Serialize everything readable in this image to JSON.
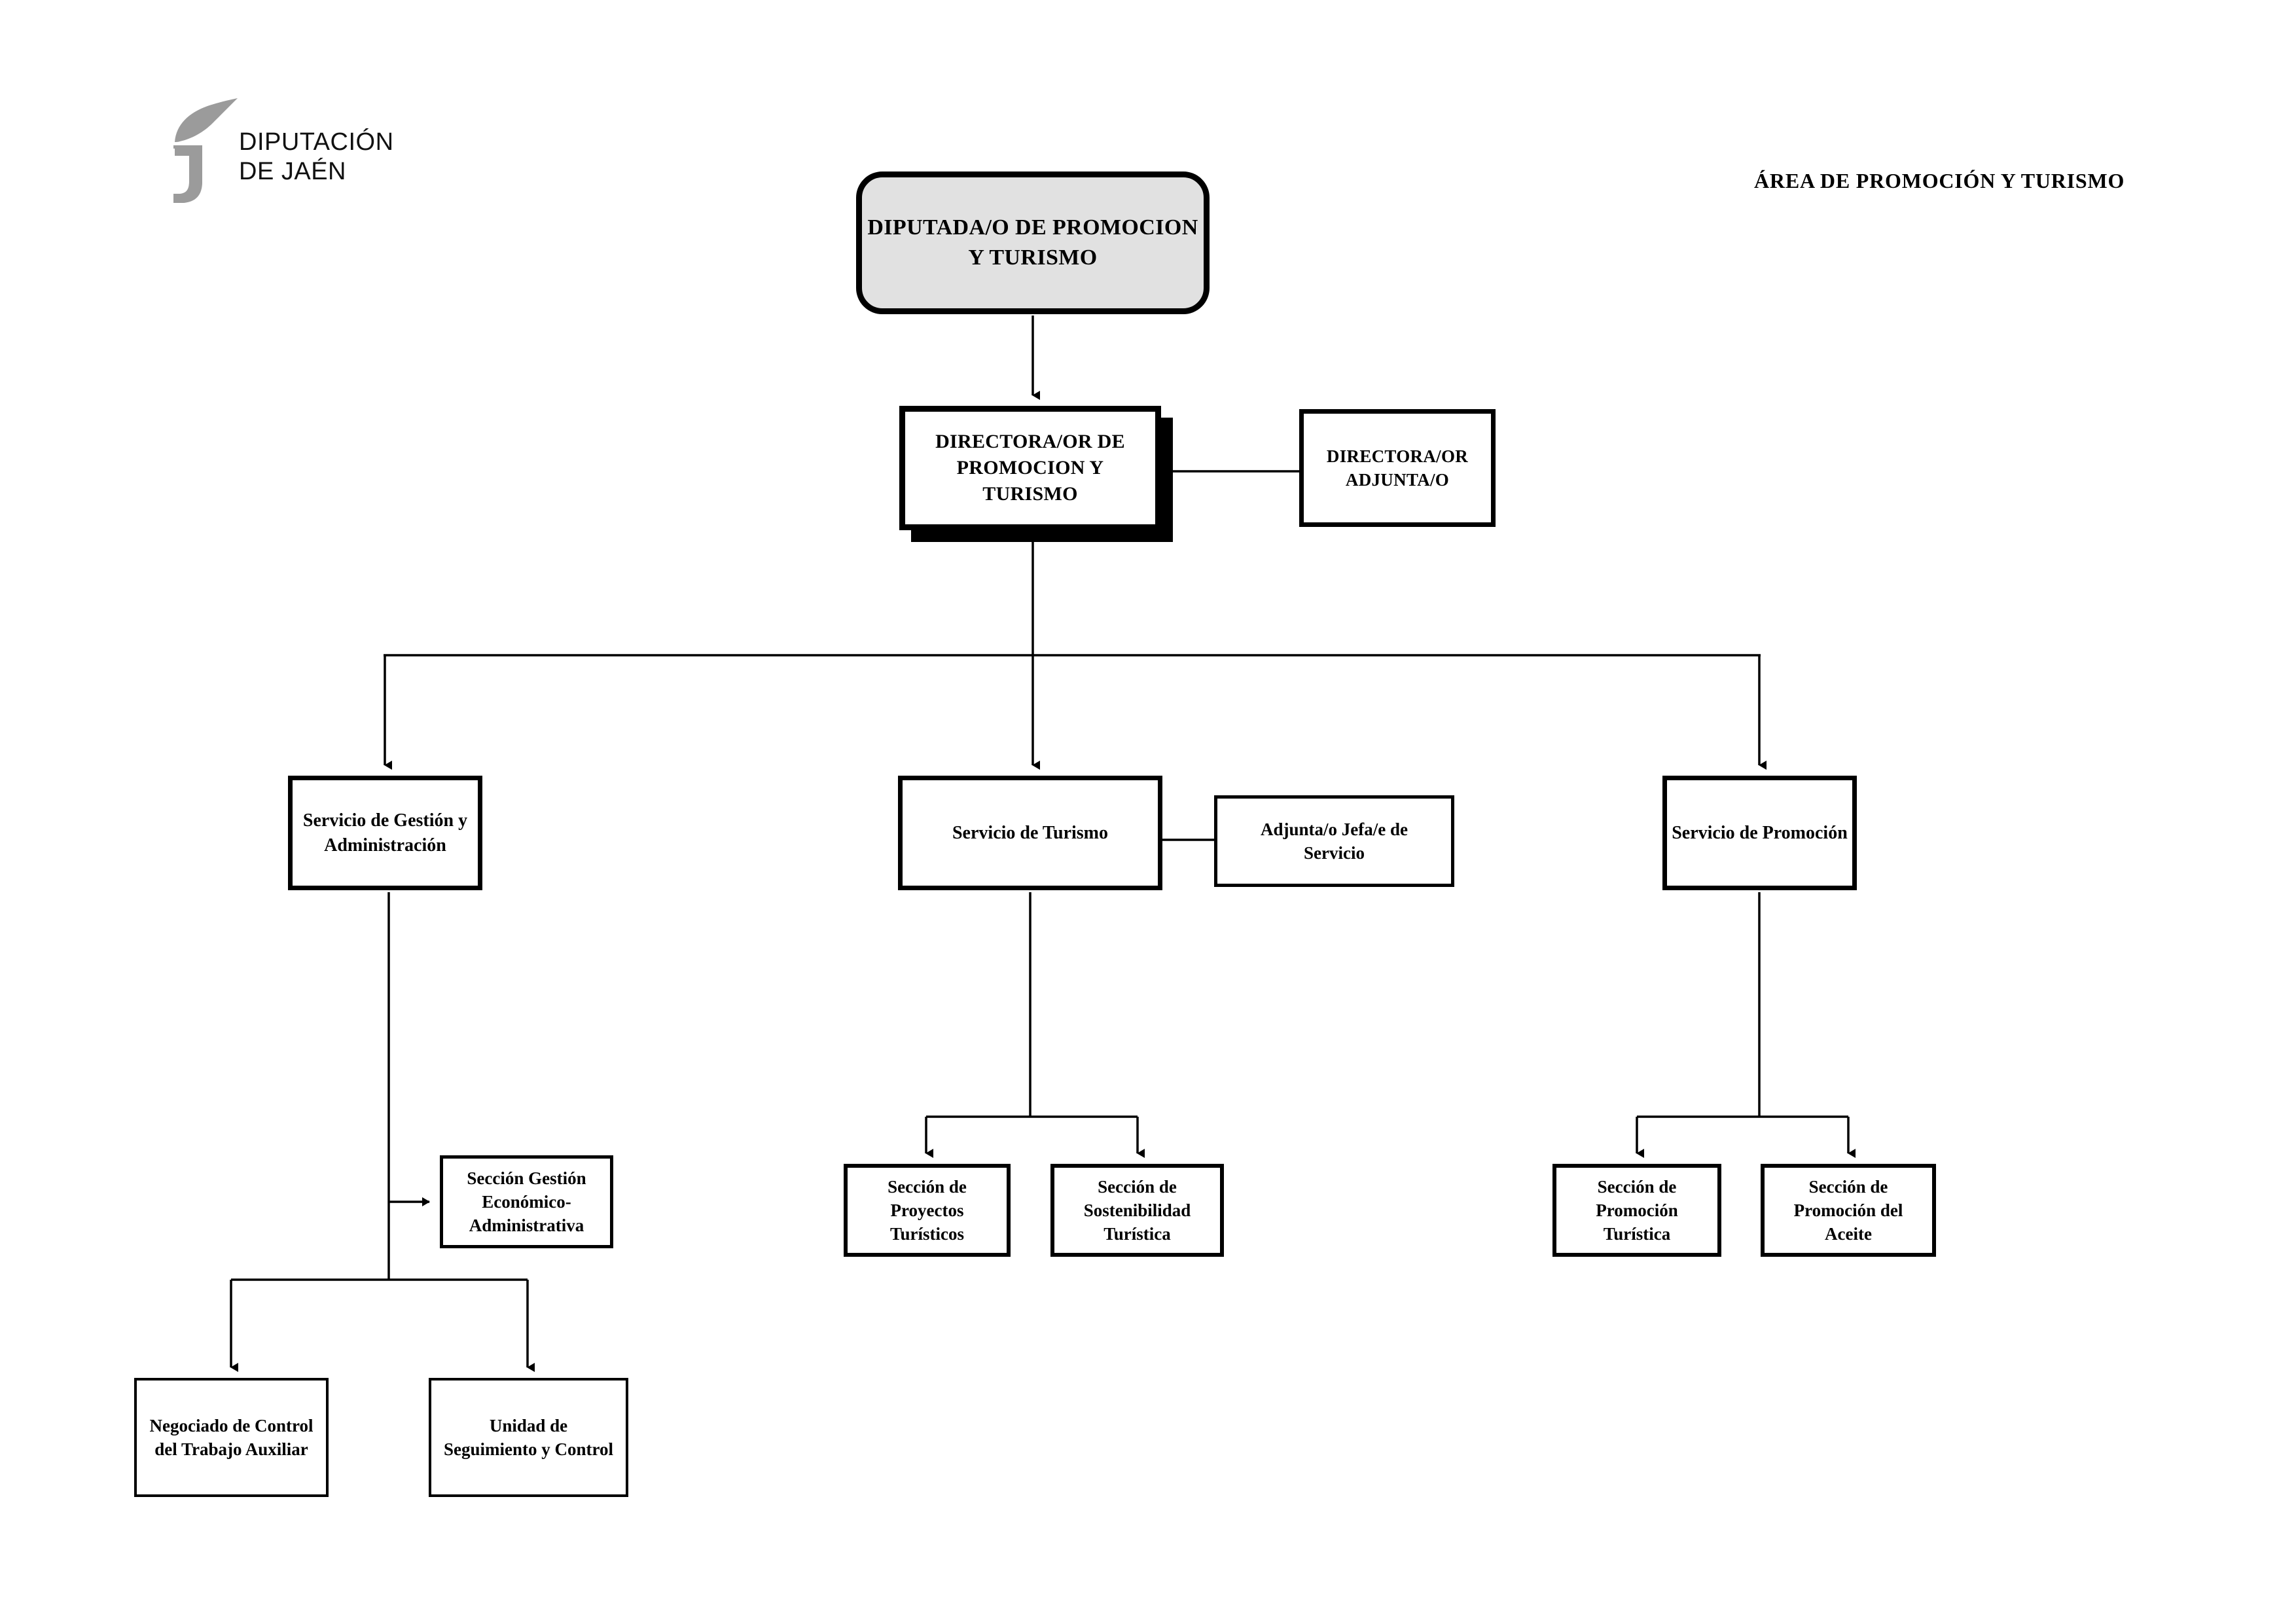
{
  "document": {
    "title": "ÁREA DE  PROMOCIÓN Y TURISMO"
  },
  "logo": {
    "name": "diputacion-de-jaen-logo",
    "text": "DIPUTACIÓN\nDE JAÉN",
    "mark_color": "#9b9b9b",
    "text_color": "#111111"
  },
  "colors": {
    "line": "#000000",
    "box_border": "#000000",
    "box_fill": "#ffffff",
    "root_fill": "#e1e1e1",
    "page_background": "#ffffff"
  },
  "chart_data": {
    "type": "organization-chart",
    "title": "ÁREA DE  PROMOCIÓN Y TURISMO",
    "nodes": [
      {
        "id": "diputada",
        "label": "DIPUTADA/O DE  PROMOCION\nY TURISMO",
        "level": 0,
        "shape": "rounded-rect",
        "fill": "#e1e1e1",
        "parent": null
      },
      {
        "id": "director",
        "label": "DIRECTORA/OR DE\nPROMOCION Y\nTURISMO",
        "level": 1,
        "shape": "rect-shadow",
        "fill": "#ffffff",
        "parent": "diputada"
      },
      {
        "id": "director-adjunta",
        "label": "DIRECTORA/OR\nADJUNTA/O",
        "level": 1,
        "shape": "rect",
        "fill": "#ffffff",
        "parent": "director",
        "relation": "staff"
      },
      {
        "id": "servicio-gestion",
        "label": "Servicio de Gestión y\nAdministración",
        "level": 2,
        "shape": "rect",
        "fill": "#ffffff",
        "parent": "director"
      },
      {
        "id": "servicio-turismo",
        "label": "Servicio de Turismo",
        "level": 2,
        "shape": "rect",
        "fill": "#ffffff",
        "parent": "director"
      },
      {
        "id": "adjunta-jefa",
        "label": "Adjunta/o Jefa/e de\nServicio",
        "level": 2,
        "shape": "rect",
        "fill": "#ffffff",
        "parent": "servicio-turismo",
        "relation": "staff"
      },
      {
        "id": "servicio-promocion",
        "label": "Servicio de Promoción",
        "level": 2,
        "shape": "rect",
        "fill": "#ffffff",
        "parent": "director"
      },
      {
        "id": "seccion-gestion-econ",
        "label": "Sección Gestión\nEconómico-\nAdministrativa",
        "level": 3,
        "shape": "rect",
        "fill": "#ffffff",
        "parent": "servicio-gestion"
      },
      {
        "id": "negociado-control",
        "label": "Negociado de Control\ndel Trabajo Auxiliar",
        "level": 4,
        "shape": "rect",
        "fill": "#ffffff",
        "parent": "servicio-gestion"
      },
      {
        "id": "unidad-seguimiento",
        "label": "Unidad de\nSeguimiento y Control",
        "level": 4,
        "shape": "rect",
        "fill": "#ffffff",
        "parent": "servicio-gestion"
      },
      {
        "id": "seccion-proyectos",
        "label": "Sección de\nProyectos\nTurísticos",
        "level": 3,
        "shape": "rect",
        "fill": "#ffffff",
        "parent": "servicio-turismo"
      },
      {
        "id": "seccion-sostenibilidad",
        "label": "Sección de\nSostenibilidad\nTurística",
        "level": 3,
        "shape": "rect",
        "fill": "#ffffff",
        "parent": "servicio-turismo"
      },
      {
        "id": "seccion-promocion-tur",
        "label": "Sección de\nPromoción\nTurística",
        "level": 3,
        "shape": "rect",
        "fill": "#ffffff",
        "parent": "servicio-promocion"
      },
      {
        "id": "seccion-promocion-aceite",
        "label": "Sección de\nPromoción del\nAceite",
        "level": 3,
        "shape": "rect",
        "fill": "#ffffff",
        "parent": "servicio-promocion"
      }
    ],
    "edges": [
      {
        "from": "diputada",
        "to": "director",
        "arrow": true
      },
      {
        "from": "director",
        "to": "director-adjunta",
        "arrow": false
      },
      {
        "from": "director",
        "to": "servicio-gestion",
        "arrow": true
      },
      {
        "from": "director",
        "to": "servicio-turismo",
        "arrow": true
      },
      {
        "from": "director",
        "to": "servicio-promocion",
        "arrow": true
      },
      {
        "from": "servicio-turismo",
        "to": "adjunta-jefa",
        "arrow": false
      },
      {
        "from": "servicio-gestion",
        "to": "seccion-gestion-econ",
        "arrow": true
      },
      {
        "from": "servicio-gestion",
        "to": "negociado-control",
        "arrow": true
      },
      {
        "from": "servicio-gestion",
        "to": "unidad-seguimiento",
        "arrow": true
      },
      {
        "from": "servicio-turismo",
        "to": "seccion-proyectos",
        "arrow": true
      },
      {
        "from": "servicio-turismo",
        "to": "seccion-sostenibilidad",
        "arrow": true
      },
      {
        "from": "servicio-promocion",
        "to": "seccion-promocion-tur",
        "arrow": true
      },
      {
        "from": "servicio-promocion",
        "to": "seccion-promocion-aceite",
        "arrow": true
      }
    ]
  }
}
